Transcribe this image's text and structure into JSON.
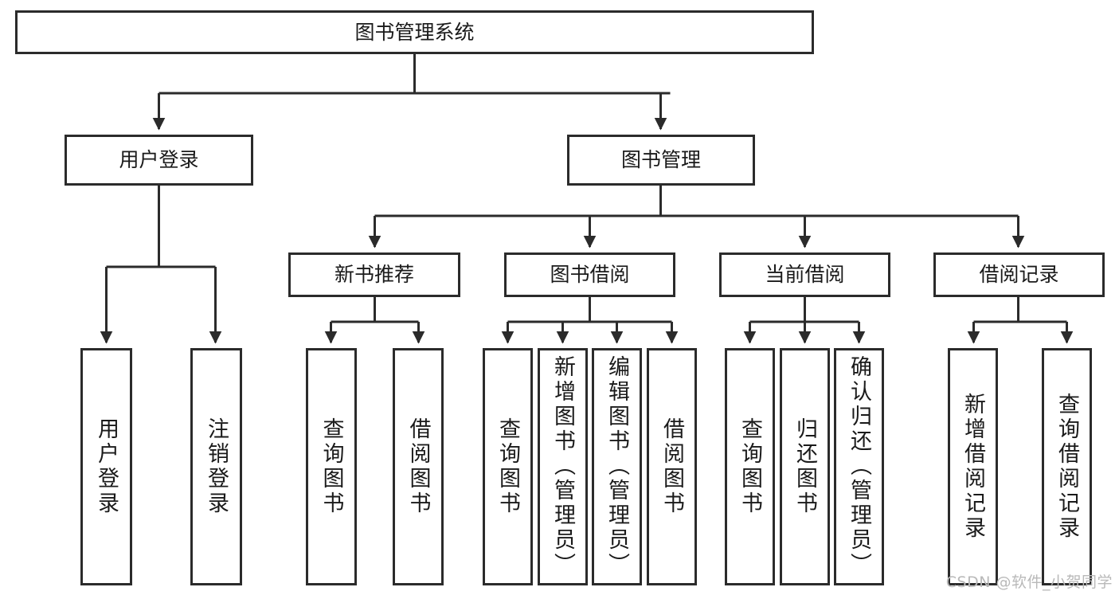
{
  "diagram": {
    "title": "图书管理系统",
    "type": "tree",
    "watermark": "CSDN @软件_小贺同学",
    "colors": {
      "border": "#2b2b2b",
      "background": "#ffffff",
      "text": "#1a1a1a",
      "edge": "#2b2b2b",
      "watermark": "#b9b9b9"
    },
    "nodes": {
      "root": {
        "label": "图书管理系统"
      },
      "level2": [
        {
          "label": "用户登录"
        },
        {
          "label": "图书管理"
        }
      ],
      "level3": [
        {
          "label": "新书推荐"
        },
        {
          "label": "图书借阅"
        },
        {
          "label": "当前借阅"
        },
        {
          "label": "借阅记录"
        }
      ],
      "leaves": {
        "user_login": [
          {
            "label": "用户登录"
          },
          {
            "label": "注销登录"
          }
        ],
        "new_book": [
          {
            "label": "查询图书"
          },
          {
            "label": "借阅图书"
          }
        ],
        "borrow": [
          {
            "label": "查询图书"
          },
          {
            "label": "新增图书（管理员）"
          },
          {
            "label": "编辑图书（管理员）"
          },
          {
            "label": "借阅图书"
          }
        ],
        "current": [
          {
            "label": "查询图书"
          },
          {
            "label": "归还图书"
          },
          {
            "label": "确认归还（管理员）"
          }
        ],
        "records": [
          {
            "label": "新增借阅记录"
          },
          {
            "label": "查询借阅记录"
          }
        ]
      }
    }
  }
}
